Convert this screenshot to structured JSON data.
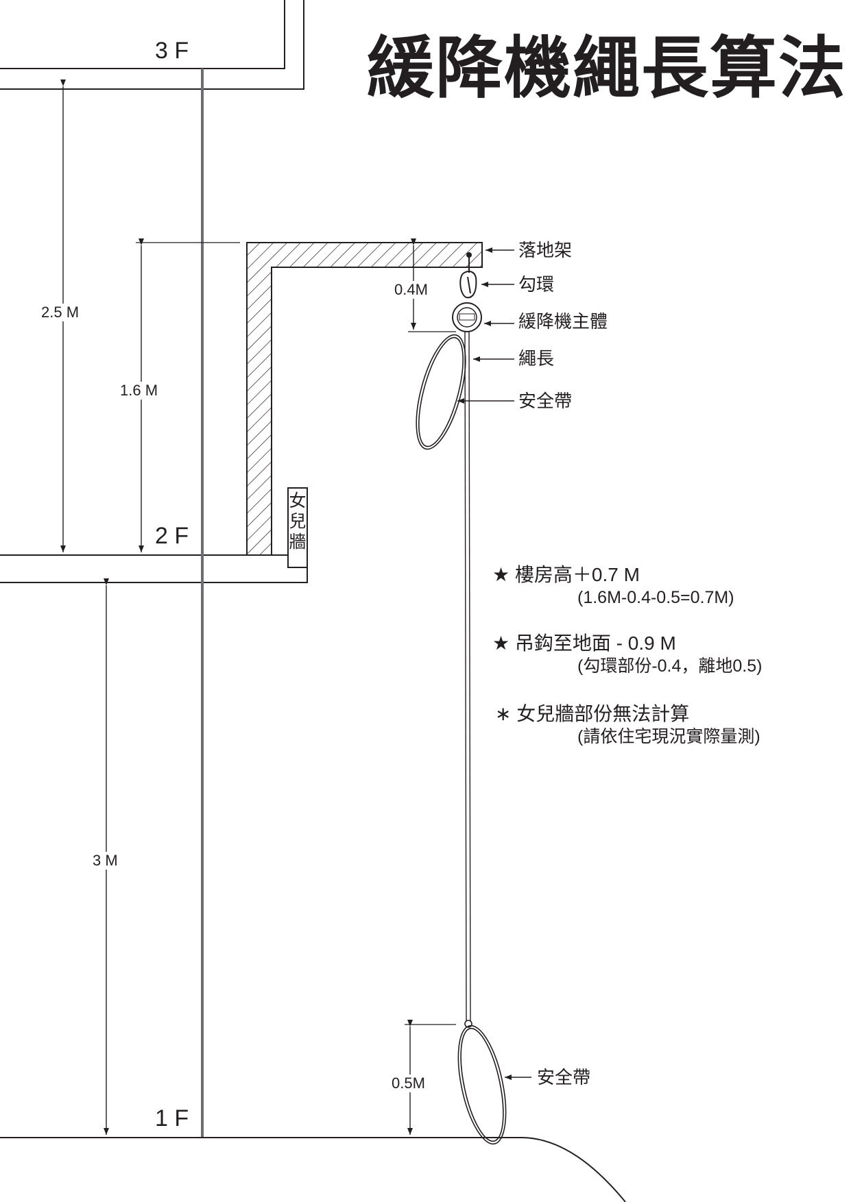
{
  "title": "緩降機繩長算法",
  "floors": {
    "third": "3 F",
    "second": "2 F",
    "first": "1 F"
  },
  "dimensions": {
    "floor_height_upper": "2.5 M",
    "anchor_height": "1.6 M",
    "hook_drop": "0.4M",
    "floor_height_lower": "3 M",
    "ground_clearance": "0.5M"
  },
  "callouts": {
    "landing_frame": "落地架",
    "hook_ring": "勾環",
    "descender_body": "緩降機主體",
    "rope_length": "繩長",
    "harness_upper": "安全帶",
    "harness_lower": "安全帶"
  },
  "parapet": [
    "女",
    "兒",
    "牆"
  ],
  "notes": [
    {
      "bullet": "★",
      "text": "樓房高＋0.7 M",
      "detail": "(1.6M-0.4-0.5=0.7M)"
    },
    {
      "bullet": "★",
      "text": "吊鈎至地面 - 0.9 M",
      "detail": "(勾環部份-0.4，離地0.5)"
    },
    {
      "bullet": "∗",
      "text": "女兒牆部份無法計算",
      "detail": "(請依住宅現況實際量測)"
    }
  ]
}
